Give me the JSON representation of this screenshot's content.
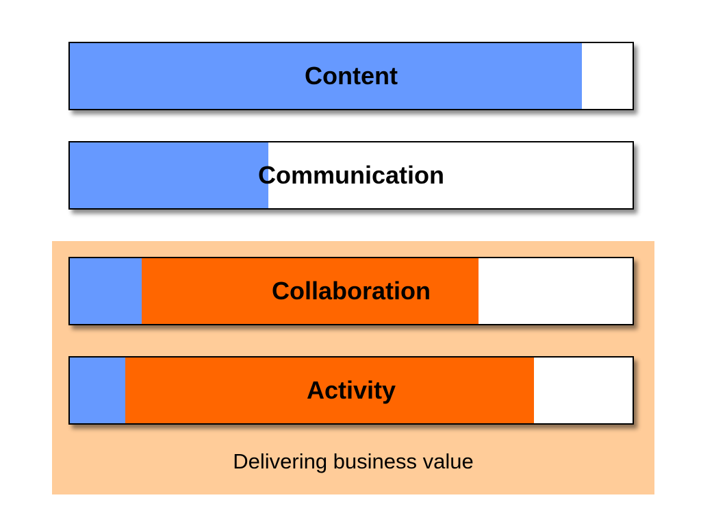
{
  "colors": {
    "blue": "#6699ff",
    "orange": "#ff6600",
    "panel": "#ffcc99",
    "empty": "#ffffff"
  },
  "bars": [
    {
      "label": "Content",
      "segments": [
        {
          "color": "blue",
          "start": 0,
          "end": 0.91
        }
      ]
    },
    {
      "label": "Communication",
      "segments": [
        {
          "color": "blue",
          "start": 0,
          "end": 0.353
        }
      ]
    },
    {
      "label": "Collaboration",
      "segments": [
        {
          "color": "blue",
          "start": 0,
          "end": 0.128
        },
        {
          "color": "orange",
          "start": 0.128,
          "end": 0.726
        }
      ]
    },
    {
      "label": "Activity",
      "segments": [
        {
          "color": "blue",
          "start": 0,
          "end": 0.098
        },
        {
          "color": "orange",
          "start": 0.098,
          "end": 0.825
        }
      ]
    }
  ],
  "panel": {
    "caption": "Delivering business value"
  }
}
